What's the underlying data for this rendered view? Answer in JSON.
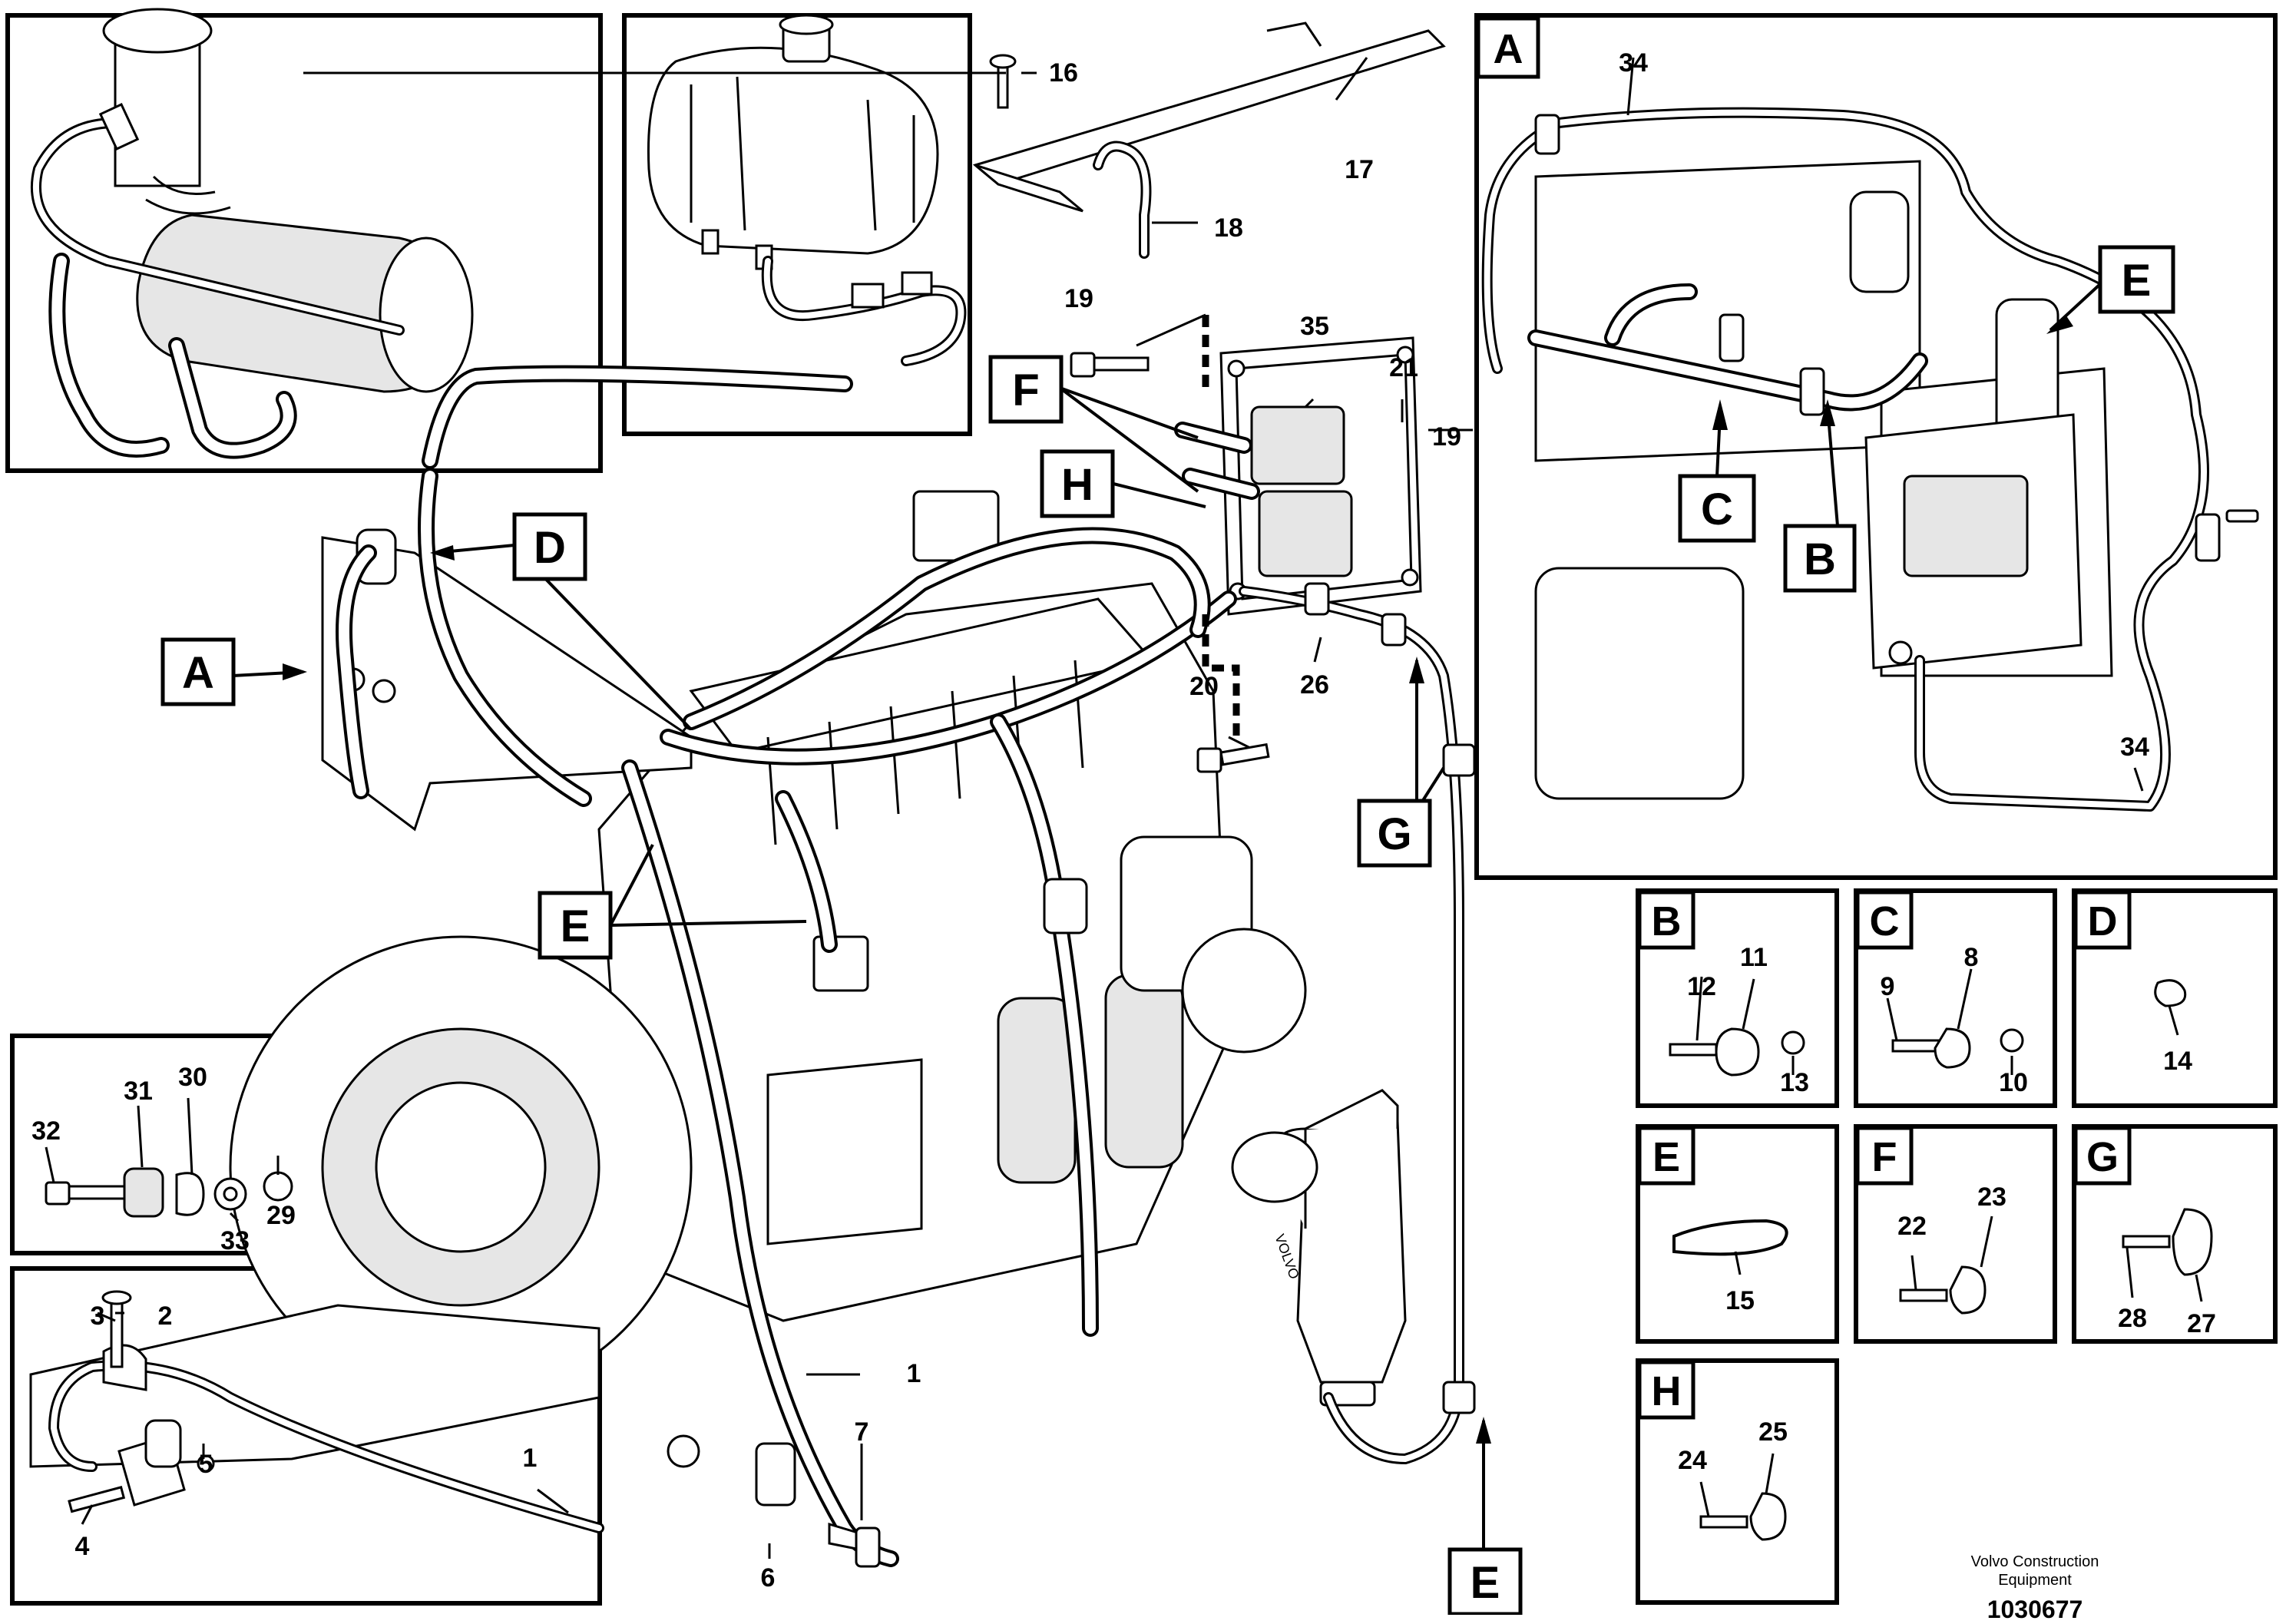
{
  "callout_letters": [
    "A",
    "B",
    "C",
    "D",
    "E",
    "F",
    "G",
    "H"
  ],
  "detail_letters": {
    "B": "B",
    "C": "C",
    "D": "D",
    "E": "E",
    "F": "F",
    "G": "G",
    "H": "H"
  },
  "part_numbers": {
    "n1": "1",
    "n2": "2",
    "n3": "3",
    "n4": "4",
    "n5": "5",
    "n6": "6",
    "n7": "7",
    "n8": "8",
    "n9": "9",
    "n10": "10",
    "n11": "11",
    "n12": "12",
    "n13": "13",
    "n14": "14",
    "n15": "15",
    "n16": "16",
    "n17": "17",
    "n18": "18",
    "n19": "19",
    "n20": "20",
    "n21": "21",
    "n22": "22",
    "n23": "23",
    "n24": "24",
    "n25": "25",
    "n26": "26",
    "n27": "27",
    "n28": "28",
    "n29": "29",
    "n30": "30",
    "n31": "31",
    "n32": "32",
    "n33": "33",
    "n34": "34",
    "n35": "35"
  },
  "filter_brand": "VOLVO",
  "credit": {
    "line1": "Volvo Construction",
    "line2": "Equipment",
    "reference": "1030677"
  }
}
